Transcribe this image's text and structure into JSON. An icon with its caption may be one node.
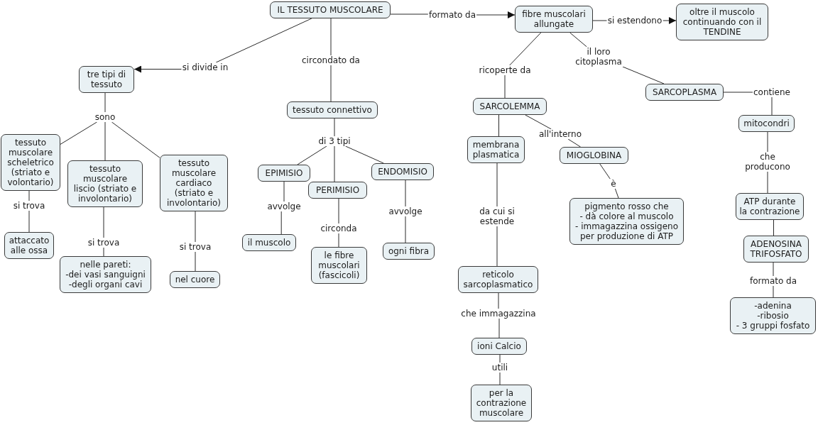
{
  "diagram": {
    "nodes": [
      {
        "text": [
          "IL TESSUTO MUSCOLARE"
        ]
      },
      {
        "text": [
          "formato da"
        ]
      },
      {
        "text": [
          "fibre muscolari allungate"
        ]
      },
      {
        "text": [
          "si estendono"
        ]
      },
      {
        "text": [
          "oltre il muscolo continuando con il TENDINE"
        ]
      },
      {
        "text": [
          "si divide in"
        ]
      },
      {
        "text": [
          "circondato da"
        ]
      },
      {
        "text": [
          "il loro citoplasma"
        ]
      },
      {
        "text": [
          "ricoperte da"
        ]
      },
      {
        "text": [
          "tre tipi di tessuto"
        ]
      },
      {
        "text": [
          "SARCOPLASMA"
        ]
      },
      {
        "text": [
          "contiene"
        ]
      },
      {
        "text": [
          "SARCOLEMMA"
        ]
      },
      {
        "text": [
          "tessuto connettivo"
        ]
      },
      {
        "text": [
          "sono"
        ]
      },
      {
        "text": [
          "mitocondri"
        ]
      },
      {
        "text": [
          "all'interno"
        ]
      },
      {
        "text": [
          "membrana plasmatica"
        ]
      },
      {
        "text": [
          "tessuto muscolare scheletrico (striato e volontario)"
        ]
      },
      {
        "text": [
          "di 3 tipi"
        ]
      },
      {
        "text": [
          "MIOGLOBINA"
        ]
      },
      {
        "text": [
          "che producono"
        ]
      },
      {
        "text": [
          "tessuto muscolare cardiaco (striato e involontario)"
        ]
      },
      {
        "text": [
          "tessuto muscolare liscio (striato e involontario)"
        ]
      },
      {
        "text": [
          "ENDOMISIO"
        ]
      },
      {
        "text": [
          "EPIMISIO"
        ]
      },
      {
        "text": [
          "PERIMISIO"
        ]
      },
      {
        "text": [
          "è"
        ]
      },
      {
        "text": [
          "ATP durante la contrazione"
        ]
      },
      {
        "text": [
          "pigmento rosso che - dà colore al muscolo - immagazzina ossigeno per produzione di ATP"
        ]
      },
      {
        "text": [
          "si trova"
        ]
      },
      {
        "text": [
          "avvolge"
        ]
      },
      {
        "text": [
          "avvolge"
        ]
      },
      {
        "text": [
          "da cui si estende"
        ]
      },
      {
        "text": [
          "circonda"
        ]
      },
      {
        "text": [
          "attaccato alle ossa"
        ]
      },
      {
        "text": [
          "il muscolo"
        ]
      },
      {
        "text": [
          "ADENOSINA TRIFOSFATO"
        ]
      },
      {
        "text": [
          "si trova"
        ]
      },
      {
        "text": [
          "ogni fibra"
        ]
      },
      {
        "text": [
          "si trova"
        ]
      },
      {
        "text": [
          "le fibre muscolari (fascicoli)"
        ]
      },
      {
        "text": [
          "nelle pareti: -dei vasi sanguigni -degli organi cavi"
        ]
      },
      {
        "text": [
          "reticolo sarcoplasmatico"
        ]
      },
      {
        "text": [
          "nel cuore"
        ]
      },
      {
        "text": [
          "formato da"
        ]
      },
      {
        "text": [
          "-adenina -ribosio - 3 gruppi fosfato"
        ]
      },
      {
        "text": [
          "che immagazzina"
        ]
      },
      {
        "text": [
          "ioni Calcio"
        ]
      },
      {
        "text": [
          "utili"
        ]
      },
      {
        "text": [
          "per la contrazione muscolare"
        ]
      }
    ],
    "edges": [
      {
        "from": 0,
        "to": 1,
        "arrow": "none"
      },
      {
        "from": 1,
        "to": 2,
        "arrow": "to"
      },
      {
        "from": 0,
        "to": 5,
        "arrow": "none"
      },
      {
        "from": 5,
        "to": 9,
        "arrow": "to"
      },
      {
        "from": 0,
        "to": 6,
        "arrow": "none"
      },
      {
        "from": 6,
        "to": 13,
        "arrow": "none"
      },
      {
        "from": 2,
        "to": 3,
        "arrow": "none"
      },
      {
        "from": 3,
        "to": 4,
        "arrow": "to"
      },
      {
        "from": 2,
        "to": 8,
        "arrow": "none"
      },
      {
        "from": 8,
        "to": 12,
        "arrow": "none"
      },
      {
        "from": 2,
        "to": 7,
        "arrow": "none"
      },
      {
        "from": 7,
        "to": 10,
        "arrow": "none"
      },
      {
        "from": 9,
        "to": 14,
        "arrow": "none"
      },
      {
        "from": 14,
        "to": 18,
        "arrow": "none"
      },
      {
        "from": 14,
        "to": 23,
        "arrow": "none"
      },
      {
        "from": 14,
        "to": 22,
        "arrow": "none"
      },
      {
        "from": 18,
        "to": 30,
        "arrow": "none"
      },
      {
        "from": 30,
        "to": 35,
        "arrow": "none"
      },
      {
        "from": 23,
        "to": 38,
        "arrow": "none"
      },
      {
        "from": 38,
        "to": 42,
        "arrow": "none"
      },
      {
        "from": 22,
        "to": 40,
        "arrow": "none"
      },
      {
        "from": 40,
        "to": 44,
        "arrow": "none"
      },
      {
        "from": 13,
        "to": 19,
        "arrow": "none"
      },
      {
        "from": 19,
        "to": 25,
        "arrow": "none"
      },
      {
        "from": 19,
        "to": 26,
        "arrow": "none"
      },
      {
        "from": 19,
        "to": 24,
        "arrow": "none"
      },
      {
        "from": 25,
        "to": 31,
        "arrow": "none"
      },
      {
        "from": 31,
        "to": 36,
        "arrow": "none"
      },
      {
        "from": 26,
        "to": 34,
        "arrow": "none"
      },
      {
        "from": 34,
        "to": 41,
        "arrow": "none"
      },
      {
        "from": 24,
        "to": 32,
        "arrow": "none"
      },
      {
        "from": 32,
        "to": 39,
        "arrow": "none"
      },
      {
        "from": 12,
        "to": 17,
        "arrow": "none"
      },
      {
        "from": 12,
        "to": 16,
        "arrow": "none"
      },
      {
        "from": 16,
        "to": 20,
        "arrow": "none"
      },
      {
        "from": 17,
        "to": 33,
        "arrow": "none"
      },
      {
        "from": 33,
        "to": 43,
        "arrow": "none"
      },
      {
        "from": 20,
        "to": 27,
        "arrow": "none"
      },
      {
        "from": 27,
        "to": 29,
        "arrow": "none"
      },
      {
        "from": 43,
        "to": 47,
        "arrow": "none"
      },
      {
        "from": 47,
        "to": 48,
        "arrow": "none"
      },
      {
        "from": 48,
        "to": 49,
        "arrow": "none"
      },
      {
        "from": 49,
        "to": 50,
        "arrow": "none"
      },
      {
        "from": 10,
        "to": 11,
        "arrow": "none"
      },
      {
        "from": 11,
        "to": 15,
        "arrow": "none"
      },
      {
        "from": 15,
        "to": 21,
        "arrow": "none"
      },
      {
        "from": 21,
        "to": 28,
        "arrow": "none"
      },
      {
        "from": 28,
        "to": 37,
        "arrow": "none"
      },
      {
        "from": 37,
        "to": 45,
        "arrow": "none"
      },
      {
        "from": 45,
        "to": 46,
        "arrow": "none"
      }
    ]
  }
}
